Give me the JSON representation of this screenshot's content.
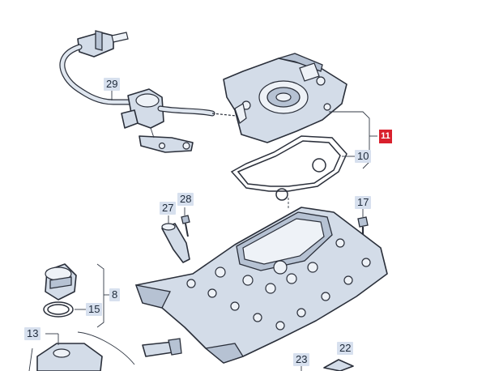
{
  "callouts": {
    "c29": "29",
    "c10": "10",
    "c27": "27",
    "c28": "28",
    "c17": "17",
    "c8": "8",
    "c15": "15",
    "c13": "13",
    "c23": "23",
    "c22": "22"
  },
  "badge": {
    "text": "11",
    "color": "#d9202c"
  },
  "colors": {
    "part_fill": "#d3dce8",
    "callout_bg": "#d7e0ee",
    "outline": "#2a2f3a"
  }
}
